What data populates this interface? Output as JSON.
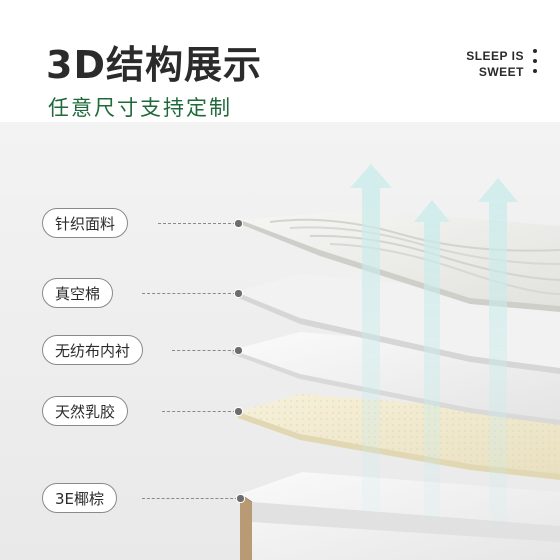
{
  "header": {
    "title": "3D结构展示",
    "subtitle": "任意尺寸支持定制",
    "brand_line1": "SLEEP IS",
    "brand_line2": "SWEET"
  },
  "layers": [
    {
      "label": "针织面料"
    },
    {
      "label": "真空棉"
    },
    {
      "label": "无纺布内衬"
    },
    {
      "label": "天然乳胶"
    },
    {
      "label": "3E椰棕"
    }
  ],
  "colors": {
    "title": "#2b2b2b",
    "subtitle": "#1f6a3a",
    "arrow": "#bfe3e3",
    "latex": "#f1ead0",
    "coir": "#b89a75"
  }
}
